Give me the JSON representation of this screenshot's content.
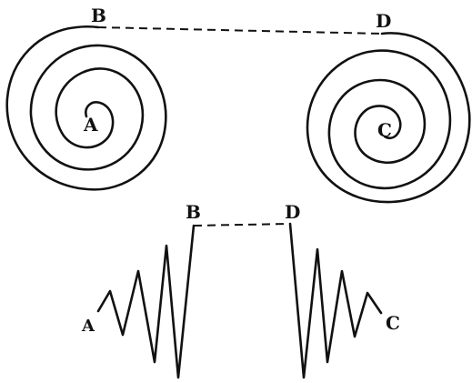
{
  "diagram": {
    "top_left_spiral": {
      "center_label": "A",
      "end_label": "B"
    },
    "top_right_spiral": {
      "center_label": "C",
      "end_label": "D"
    },
    "bottom_left_zigzag": {
      "start_label": "A",
      "end_label": "B"
    },
    "bottom_right_zigzag": {
      "start_label": "C",
      "end_label": "D"
    },
    "colors": {
      "ink": "#111111",
      "background": "#ffffff"
    }
  }
}
